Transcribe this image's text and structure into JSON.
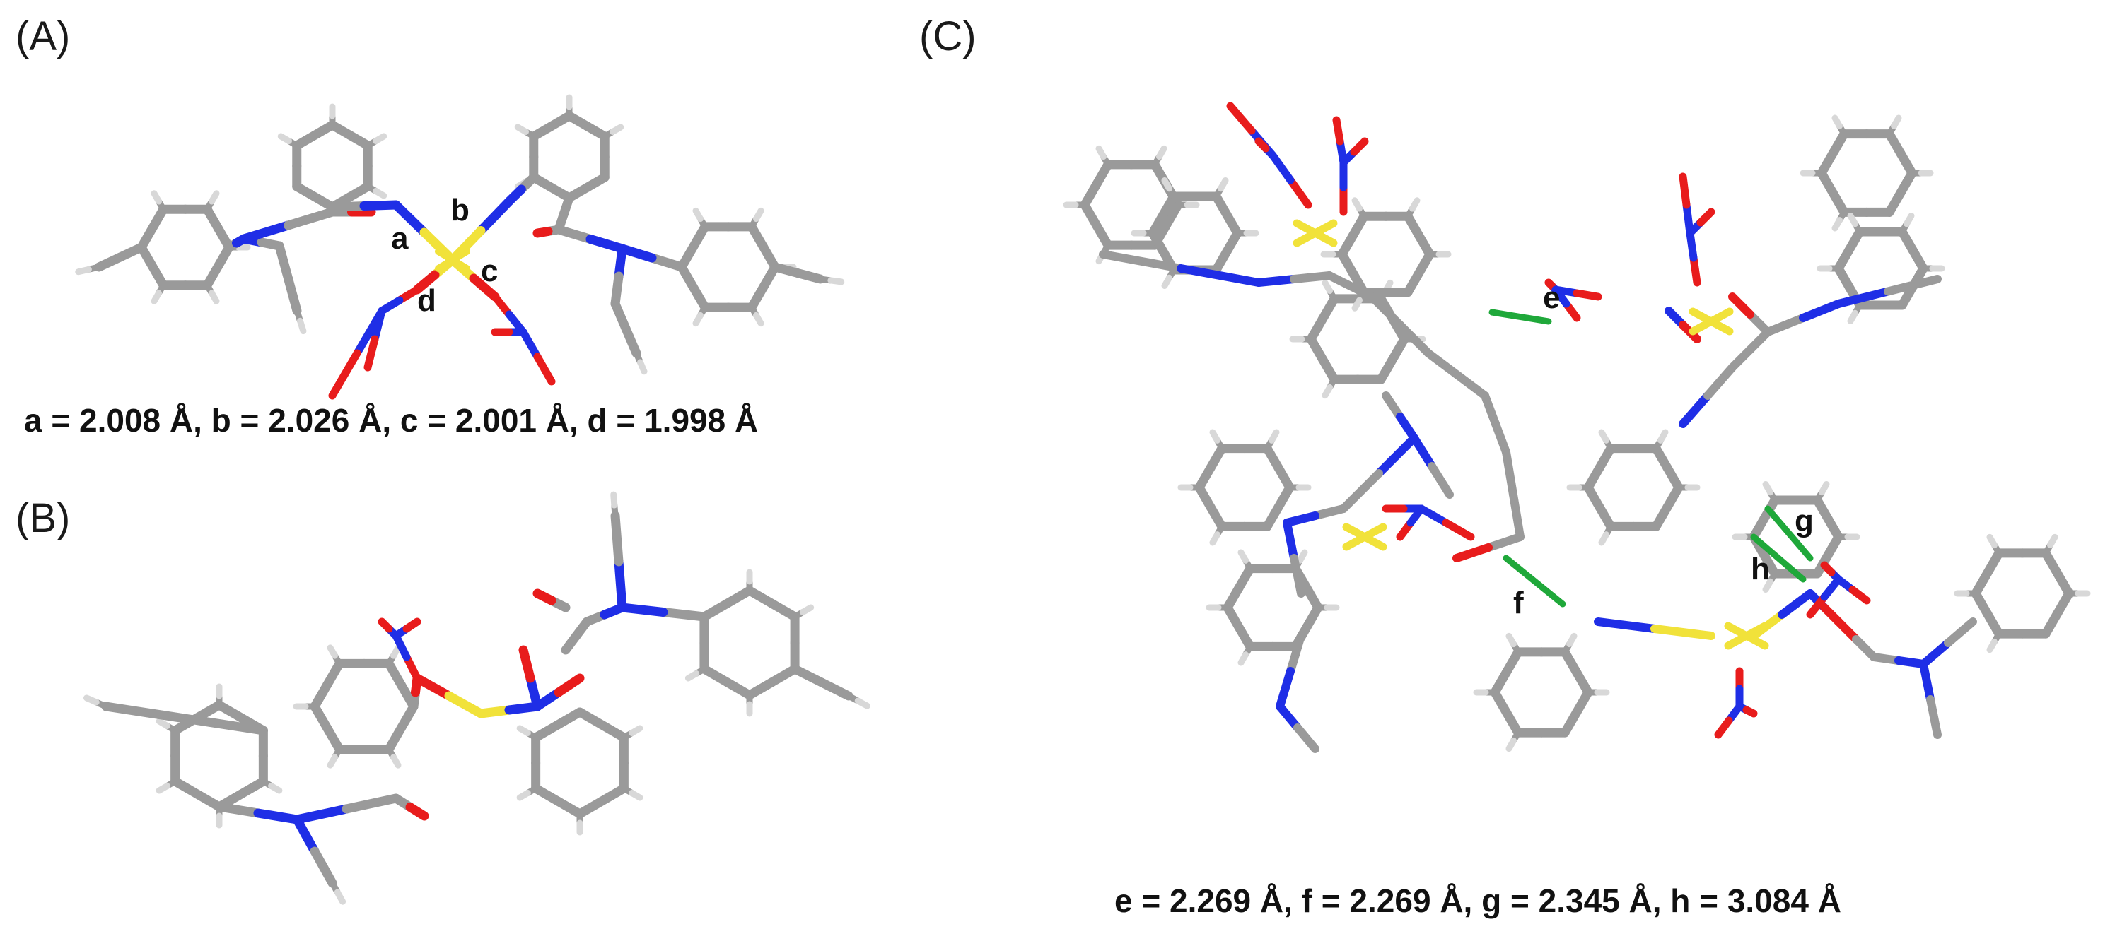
{
  "panels": {
    "A": {
      "label": "(A)",
      "bond_labels": [
        "a",
        "b",
        "c",
        "d"
      ],
      "caption": "a = 2.008 Å, b = 2.026 Å, c = 2.001 Å, d = 1.998 Å"
    },
    "B": {
      "label": "(B)"
    },
    "C": {
      "label": "(C)",
      "contact_labels": [
        "e",
        "f",
        "g",
        "h"
      ],
      "caption": "e = 2.269 Å, f = 2.269 Å, g = 2.345 Å, h = 3.084 Å"
    }
  },
  "colors": {
    "carbon": "#9a9a9a",
    "hydrogen": "#d8d8d8",
    "nitrogen": "#1f2ee6",
    "oxygen": "#e81c1c",
    "copper": "#f1e23a",
    "contact": "#1fa83a"
  }
}
